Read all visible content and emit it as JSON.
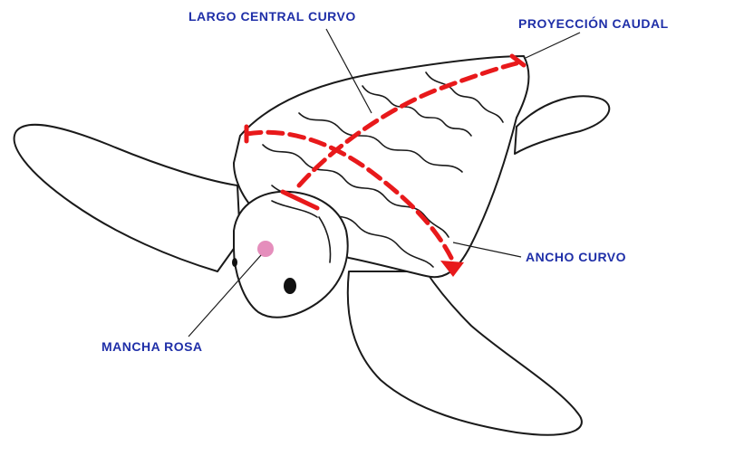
{
  "labels": {
    "largo_central_curvo": "LARGO CENTRAL CURVO",
    "proyeccion_caudal": "PROYECCIÓN CAUDAL",
    "ancho_curvo": "ANCHO CURVO",
    "mancha_rosa": "MANCHA ROSA"
  },
  "colors": {
    "label_text": "#1f2fa8",
    "measurement": "#e8191b",
    "outline": "#1a1a1a",
    "pink_spot": "#e07ab0"
  }
}
